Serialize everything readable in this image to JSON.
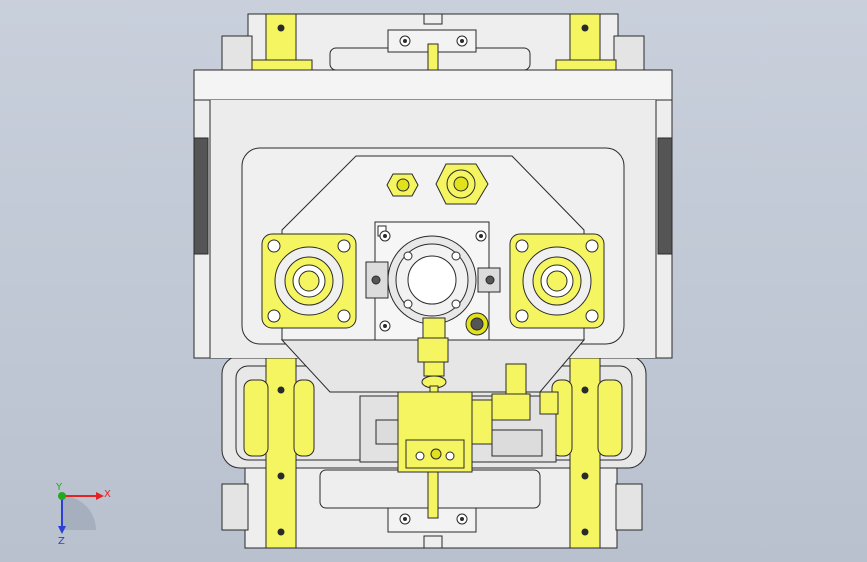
{
  "viewport": {
    "background_top": "#c9d0dc",
    "background_bottom": "#b9c1cf"
  },
  "colors": {
    "part_fill": "#eeeeee",
    "part_fill_dark": "#d8d8d8",
    "edge": "#2a2a2a",
    "highlight": "#f5f562",
    "highlight_dark": "#e2e21c",
    "rubber": "#555555"
  },
  "triad": {
    "x_label": "X",
    "y_label": "Y",
    "z_label": "Z",
    "x_color": "#e52222",
    "y_color": "#22a822",
    "z_color": "#2a3fd8"
  }
}
